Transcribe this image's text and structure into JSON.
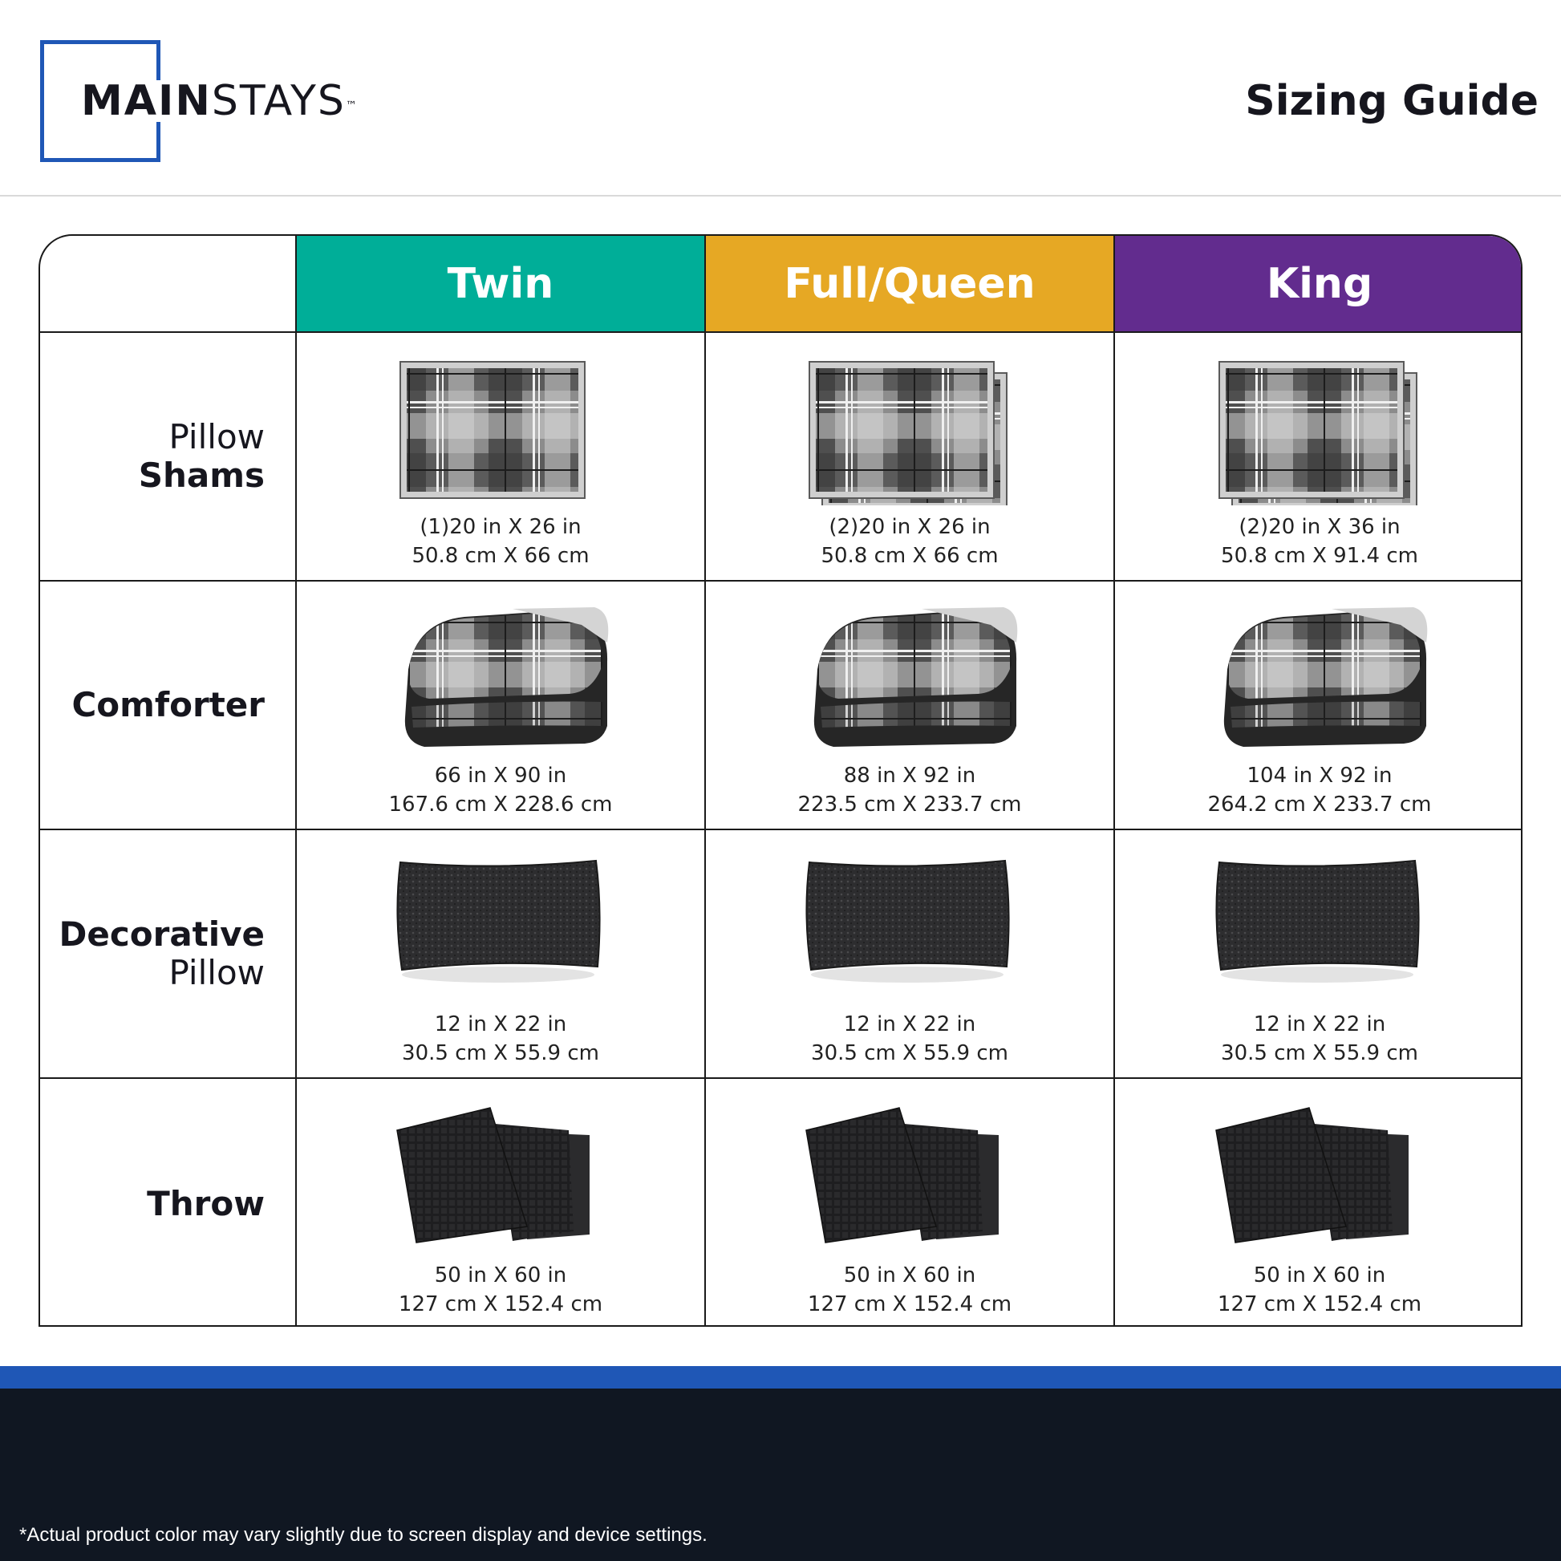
{
  "brand": {
    "bold_part": "MAIN",
    "light_part": "STAYS",
    "trademark": "™"
  },
  "title": "Sizing Guide",
  "columns": [
    {
      "label": "Twin",
      "color": "#00ae98"
    },
    {
      "label": "Full/Queen",
      "color": "#e6a824"
    },
    {
      "label": "King",
      "color": "#622c8e"
    }
  ],
  "rows": [
    {
      "label_light": "Pillow",
      "label_bold": "Shams",
      "image_icon": "pillow-sham-icon",
      "cells": [
        {
          "line1": "(1)20 in X 26 in",
          "line2": "50.8 cm X 66 cm"
        },
        {
          "line1": "(2)20 in X 26 in",
          "line2": "50.8 cm X 66 cm"
        },
        {
          "line1": "(2)20 in X 36 in",
          "line2": "50.8 cm X 91.4 cm"
        }
      ]
    },
    {
      "label_bold": "Comforter",
      "image_icon": "comforter-icon",
      "cells": [
        {
          "line1": "66 in X 90 in",
          "line2": "167.6 cm X 228.6 cm"
        },
        {
          "line1": "88 in X 92 in",
          "line2": "223.5 cm X 233.7 cm"
        },
        {
          "line1": "104 in X 92 in",
          "line2": "264.2 cm X 233.7 cm"
        }
      ]
    },
    {
      "label_bold": "Decorative",
      "label_light": "Pillow",
      "image_icon": "decorative-pillow-icon",
      "cells": [
        {
          "line1": "12 in X 22 in",
          "line2": "30.5 cm X 55.9 cm"
        },
        {
          "line1": "12 in X 22 in",
          "line2": "30.5 cm X 55.9 cm"
        },
        {
          "line1": "12 in X 22 in",
          "line2": "30.5 cm X 55.9 cm"
        }
      ]
    },
    {
      "label_bold": "Throw",
      "image_icon": "throw-blanket-icon",
      "cells": [
        {
          "line1": "50 in X 60 in",
          "line2": "127 cm X 152.4 cm"
        },
        {
          "line1": "50 in X 60 in",
          "line2": "127 cm X 152.4 cm"
        },
        {
          "line1": "50 in X 60 in",
          "line2": "127 cm X 152.4 cm"
        }
      ]
    }
  ],
  "footnote": "*Actual product color may vary slightly due to screen display and device settings.",
  "colors": {
    "brand_blue": "#1f57b6",
    "footer_bg": "#101722"
  }
}
